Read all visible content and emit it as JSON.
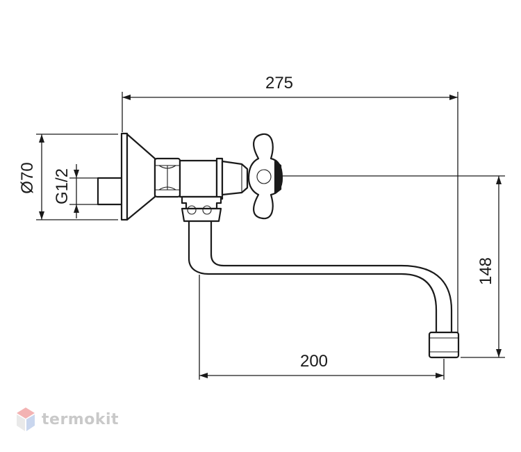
{
  "dimensions": {
    "overall_length": "275",
    "spout_reach": "200",
    "spout_height": "148",
    "flange_diameter": "Ø70",
    "thread_size": "G1/2"
  },
  "brand": {
    "name": "termokit",
    "logo_colors": [
      "#f3b3b3",
      "#c9d6ee",
      "#e9e9e9"
    ]
  }
}
